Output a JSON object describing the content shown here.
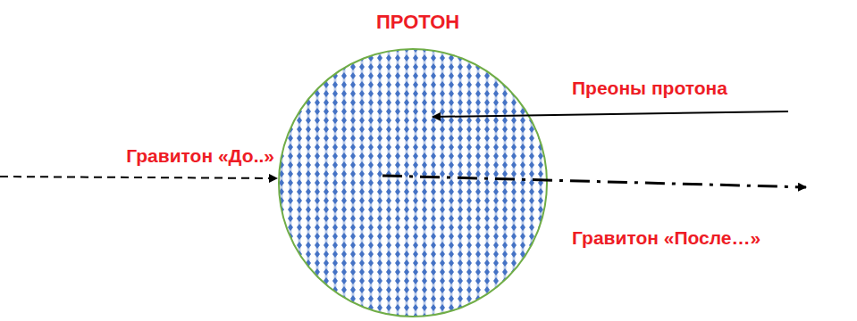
{
  "diagram": {
    "title": "ПРОТОН",
    "labels": [
      "Преоны протона",
      "Гравитон «До..»",
      "Гравитон «После…»"
    ]
  }
}
